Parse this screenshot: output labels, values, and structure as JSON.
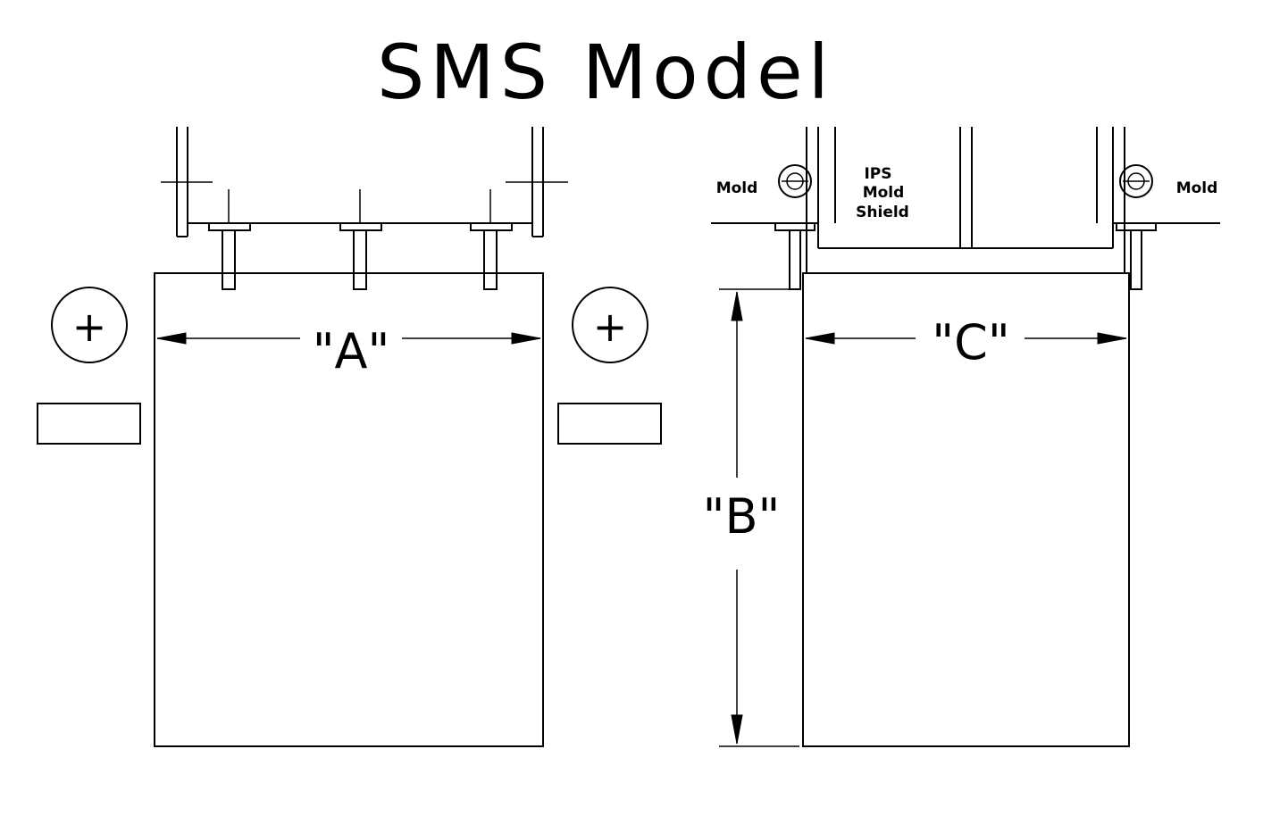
{
  "title": "SMS Model",
  "dimensions": {
    "a": "\"A\"",
    "b": "\"B\"",
    "c": "\"C\""
  },
  "labels": {
    "mold_left": "Mold",
    "mold_right": "Mold",
    "ips_line1": "IPS",
    "ips_line2": "Mold",
    "ips_line3": "Shield"
  },
  "symbols": {
    "plus_left": "+",
    "plus_right": "+"
  },
  "colors": {
    "line": "#000000",
    "background": "#ffffff"
  }
}
